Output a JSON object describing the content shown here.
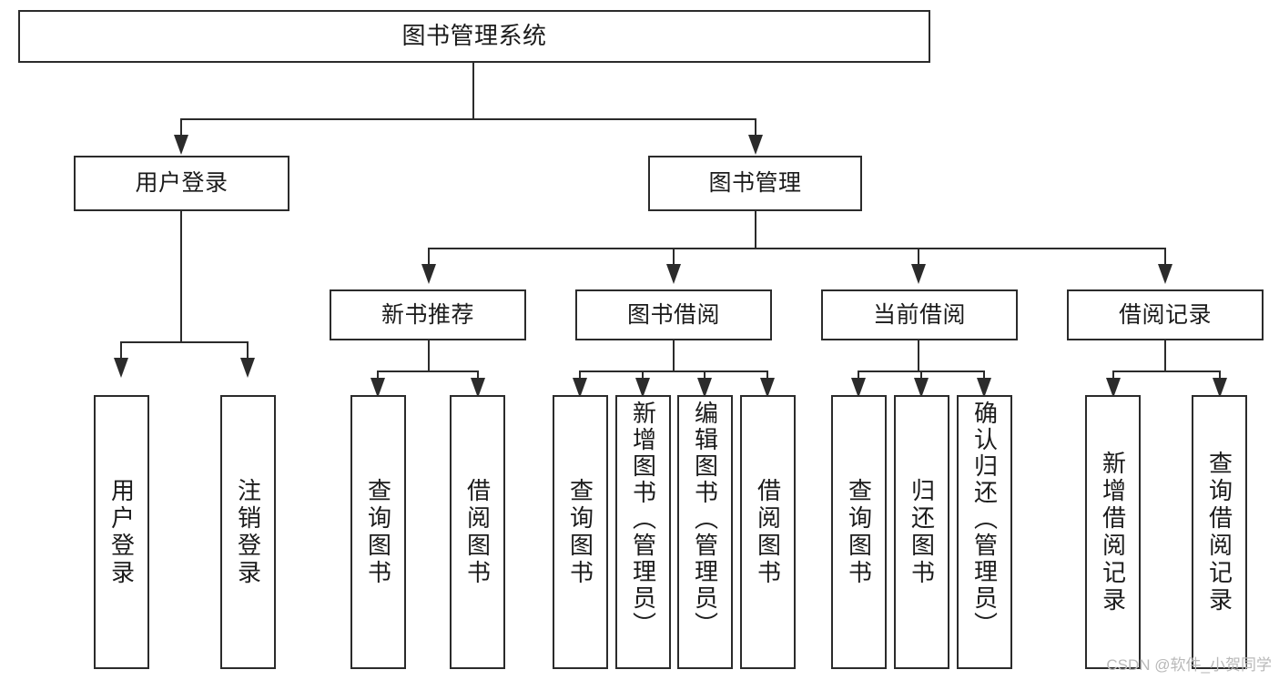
{
  "diagram": {
    "type": "tree-hierarchy-chart",
    "title": "图书管理系统",
    "orientation": "top-down",
    "colors": {
      "stroke": "#2b2b2b",
      "fill": "#ffffff",
      "text": "#1b1b1b",
      "watermark": "#b9b9b9"
    },
    "levels": [
      {
        "level": 1,
        "labels": [
          "图书管理系统"
        ]
      },
      {
        "level": 2,
        "labels": [
          "用户登录",
          "图书管理"
        ]
      },
      {
        "level": 3,
        "labels": [
          "新书推荐",
          "图书借阅",
          "当前借阅",
          "借阅记录"
        ]
      },
      {
        "level": 4,
        "labels": [
          "用户登录",
          "注销登录",
          "查询图书",
          "借阅图书",
          "查询图书",
          "新增图书（管理员）",
          "编辑图书（管理员）",
          "借阅图书",
          "查询图书",
          "归还图书",
          "确认归还（管理员）",
          "新增借阅记录",
          "查询借阅记录"
        ]
      }
    ],
    "nodes": {
      "root": "图书管理系统",
      "user_login": "用户登录",
      "book_manage": "图书管理",
      "new_book_rec": "新书推荐",
      "book_borrow": "图书借阅",
      "current_borrow": "当前借阅",
      "borrow_record": "借阅记录",
      "leaf_user_login": "用户登录",
      "leaf_logout": "注销登录",
      "leaf_query_book_1": "查询图书",
      "leaf_borrow_book_1": "借阅图书",
      "leaf_query_book_2": "查询图书",
      "leaf_add_book_admin": "新增图书（管理员）",
      "leaf_edit_book_admin": "编辑图书（管理员）",
      "leaf_borrow_book_2": "借阅图书",
      "leaf_query_book_3": "查询图书",
      "leaf_return_book": "归还图书",
      "leaf_confirm_return_admin": "确认归还（管理员）",
      "leaf_add_record": "新增借阅记录",
      "leaf_query_record": "查询借阅记录"
    },
    "edges": [
      {
        "from": "图书管理系统",
        "to": "用户登录"
      },
      {
        "from": "图书管理系统",
        "to": "图书管理"
      },
      {
        "from": "用户登录",
        "to": "用户登录"
      },
      {
        "from": "用户登录",
        "to": "注销登录"
      },
      {
        "from": "图书管理",
        "to": "新书推荐"
      },
      {
        "from": "图书管理",
        "to": "图书借阅"
      },
      {
        "from": "图书管理",
        "to": "当前借阅"
      },
      {
        "from": "图书管理",
        "to": "借阅记录"
      },
      {
        "from": "新书推荐",
        "to": "查询图书"
      },
      {
        "from": "新书推荐",
        "to": "借阅图书"
      },
      {
        "from": "图书借阅",
        "to": "查询图书"
      },
      {
        "from": "图书借阅",
        "to": "新增图书（管理员）"
      },
      {
        "from": "图书借阅",
        "to": "编辑图书（管理员）"
      },
      {
        "from": "图书借阅",
        "to": "借阅图书"
      },
      {
        "from": "当前借阅",
        "to": "查询图书"
      },
      {
        "from": "当前借阅",
        "to": "归还图书"
      },
      {
        "from": "当前借阅",
        "to": "确认归还（管理员）"
      },
      {
        "from": "借阅记录",
        "to": "新增借阅记录"
      },
      {
        "from": "借阅记录",
        "to": "查询借阅记录"
      }
    ]
  },
  "watermark": {
    "text": "CSDN @软件_小贺同学"
  }
}
